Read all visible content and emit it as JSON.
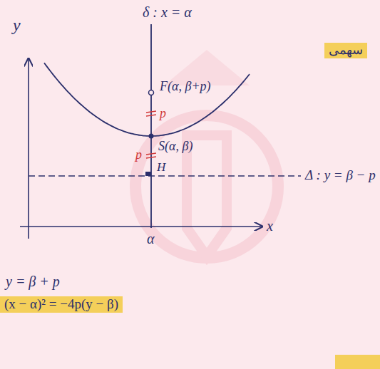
{
  "diagram": {
    "labels": [
      "y",
      "δ : x = α",
      "F(α, β+p)",
      "p",
      "S(α, β)",
      "p",
      "H",
      "Δ : y = β − p",
      "x",
      "α",
      "y = β + p",
      "(x − α)² = −4p(y − β)",
      "سهمی"
    ]
  }
}
